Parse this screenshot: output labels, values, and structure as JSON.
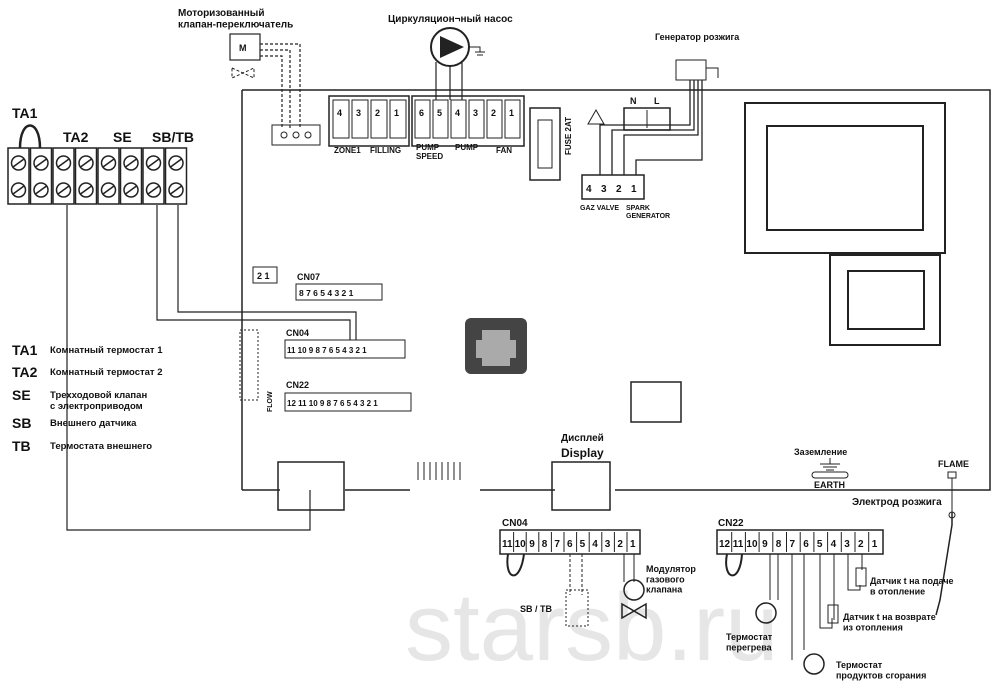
{
  "top": {
    "motor_valve": "Моторизованный\nклапан-переключатель",
    "motor_m": "M",
    "circ_pump": "Циркуляцион¬ный насос",
    "spark_gen": "Генератор розжига"
  },
  "left_terminals": {
    "ta1": "TA1",
    "ta2": "TA2",
    "se": "SE",
    "sbtb": "SB/TB"
  },
  "legend": [
    {
      "code": "TA1",
      "desc": "Комнатный термостат 1"
    },
    {
      "code": "TA2",
      "desc": "Комнатный термостат 2"
    },
    {
      "code": "SE",
      "desc": "Трехходовой клапан\nс электроприводом"
    },
    {
      "code": "SB",
      "desc": "Внешнего датчика"
    },
    {
      "code": "TB",
      "desc": "Термостата внешнего"
    }
  ],
  "board": {
    "zone1": "ZONE1",
    "filling": "FILLING",
    "pump_speed": "PUMP\nSPEED",
    "pump": "PUMP",
    "fan": "FAN",
    "fuse": "FUSE 2AT",
    "n": "N",
    "l": "L",
    "gaz_valve": "GAZ VALVE",
    "spark_generator": "SPARK\nGENERATOR",
    "cn07": "CN07",
    "cn04": "CN04",
    "cn22": "CN22",
    "flow": "FLOW",
    "pin_top_a": [
      "4",
      "3",
      "2",
      "1"
    ],
    "pin_top_b": [
      "6",
      "5",
      "4",
      "3",
      "2",
      "1"
    ],
    "pin_gv": [
      "4",
      "3",
      "2",
      "1"
    ],
    "pin_21": [
      "2",
      "1"
    ],
    "cn07_pins": "8 7 6 5 4 3 2 1",
    "cn04_pins": "11 10 9 8 7 6 5 4 3 2 1",
    "cn22_pins": "12 11 10 9 8 7 6 5 4 3 2 1",
    "display_ru": "Дисплей",
    "display_en": "Display",
    "earth_ru": "Заземление",
    "earth_en": "EARTH",
    "flame": "FLAME",
    "ignition_electrode": "Электрод розжига"
  },
  "bottom": {
    "cn04": "CN04",
    "cn22": "CN22",
    "cn04_pins": [
      "11",
      "10",
      "9",
      "8",
      "7",
      "6",
      "5",
      "4",
      "3",
      "2",
      "1"
    ],
    "cn22_pins": [
      "12",
      "11",
      "10",
      "9",
      "8",
      "7",
      "6",
      "5",
      "4",
      "3",
      "2",
      "1"
    ],
    "sbtb": "SB / TB",
    "modulator": "Модулятор\nгазового\nклапана",
    "supply_sensor": "Датчик t на подаче\nв отопление",
    "return_sensor": "Датчик t на возврате\nиз отопления",
    "overheat": "Термостат\nперегрева",
    "flue": "Термостат\nпродуктов сгорания"
  },
  "watermark": "starsb.ru"
}
